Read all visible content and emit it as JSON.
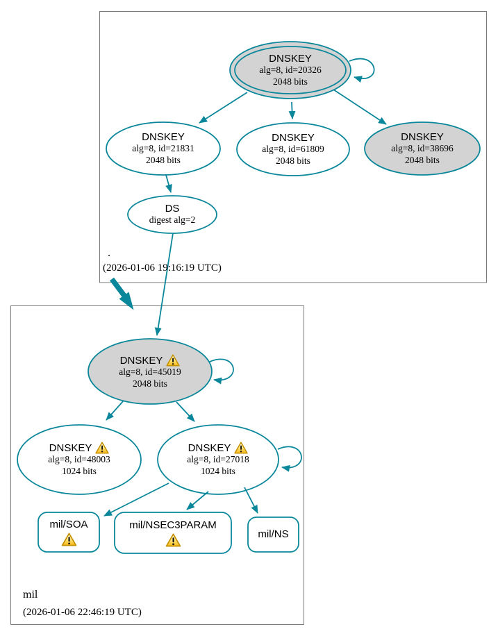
{
  "colors": {
    "edge_secure": "#0a879a",
    "ksk_fill": "#d3d3d3",
    "key_fill": "#ffffff",
    "zone_box_border": "#7a7a7a",
    "warning_yellow": "#fbc02d",
    "text": "#000000"
  },
  "icons": {
    "warning": "yellow triangle with black exclamation mark"
  },
  "zones": {
    "root": {
      "label": ".",
      "timestamp": "(2026-01-06 19:16:19 UTC)",
      "nodes": {
        "dnskey_20326": {
          "title": "DNSKEY",
          "attr1": "alg=8, id=20326",
          "attr2": "2048 bits",
          "warning": false,
          "ksk": true,
          "sep": true
        },
        "dnskey_21831": {
          "title": "DNSKEY",
          "attr1": "alg=8, id=21831",
          "attr2": "2048 bits",
          "warning": false
        },
        "dnskey_61809": {
          "title": "DNSKEY",
          "attr1": "alg=8, id=61809",
          "attr2": "2048 bits",
          "warning": false
        },
        "dnskey_38696": {
          "title": "DNSKEY",
          "attr1": "alg=8, id=38696",
          "attr2": "2048 bits",
          "warning": false,
          "ksk": true
        },
        "ds": {
          "title": "DS",
          "attr1": "digest alg=2",
          "warning": false
        }
      }
    },
    "mil": {
      "label": "mil",
      "timestamp": "(2026-01-06 22:46:19 UTC)",
      "nodes": {
        "dnskey_45019": {
          "title": "DNSKEY",
          "attr1": "alg=8, id=45019",
          "attr2": "2048 bits",
          "warning": true,
          "ksk": true
        },
        "dnskey_48003": {
          "title": "DNSKEY",
          "attr1": "alg=8, id=48003",
          "attr2": "1024 bits",
          "warning": true
        },
        "dnskey_27018": {
          "title": "DNSKEY",
          "attr1": "alg=8, id=27018",
          "attr2": "1024 bits",
          "warning": true
        },
        "rrset_soa": {
          "title": "mil/SOA",
          "warning": true
        },
        "rrset_nsec3param": {
          "title": "mil/NSEC3PARAM",
          "warning": true
        },
        "rrset_ns": {
          "title": "mil/NS",
          "warning": false
        }
      }
    }
  },
  "edges": [
    {
      "from": "root.dnskey_20326",
      "to": "root.dnskey_20326",
      "type": "self-sign"
    },
    {
      "from": "root.dnskey_20326",
      "to": "root.dnskey_21831",
      "type": "sign"
    },
    {
      "from": "root.dnskey_20326",
      "to": "root.dnskey_61809",
      "type": "sign"
    },
    {
      "from": "root.dnskey_20326",
      "to": "root.dnskey_38696",
      "type": "sign"
    },
    {
      "from": "root.dnskey_21831",
      "to": "root.ds",
      "type": "sign"
    },
    {
      "from": "root.ds",
      "to": "mil.dnskey_45019",
      "type": "delegation"
    },
    {
      "from": "zone:.",
      "to": "zone:mil",
      "type": "zone-delegation"
    },
    {
      "from": "mil.dnskey_45019",
      "to": "mil.dnskey_45019",
      "type": "self-sign"
    },
    {
      "from": "mil.dnskey_45019",
      "to": "mil.dnskey_48003",
      "type": "sign"
    },
    {
      "from": "mil.dnskey_45019",
      "to": "mil.dnskey_27018",
      "type": "sign"
    },
    {
      "from": "mil.dnskey_27018",
      "to": "mil.dnskey_27018",
      "type": "self-sign"
    },
    {
      "from": "mil.dnskey_27018",
      "to": "mil.rrset_soa",
      "type": "sign"
    },
    {
      "from": "mil.dnskey_27018",
      "to": "mil.rrset_nsec3param",
      "type": "sign"
    },
    {
      "from": "mil.dnskey_27018",
      "to": "mil.rrset_ns",
      "type": "sign"
    }
  ]
}
